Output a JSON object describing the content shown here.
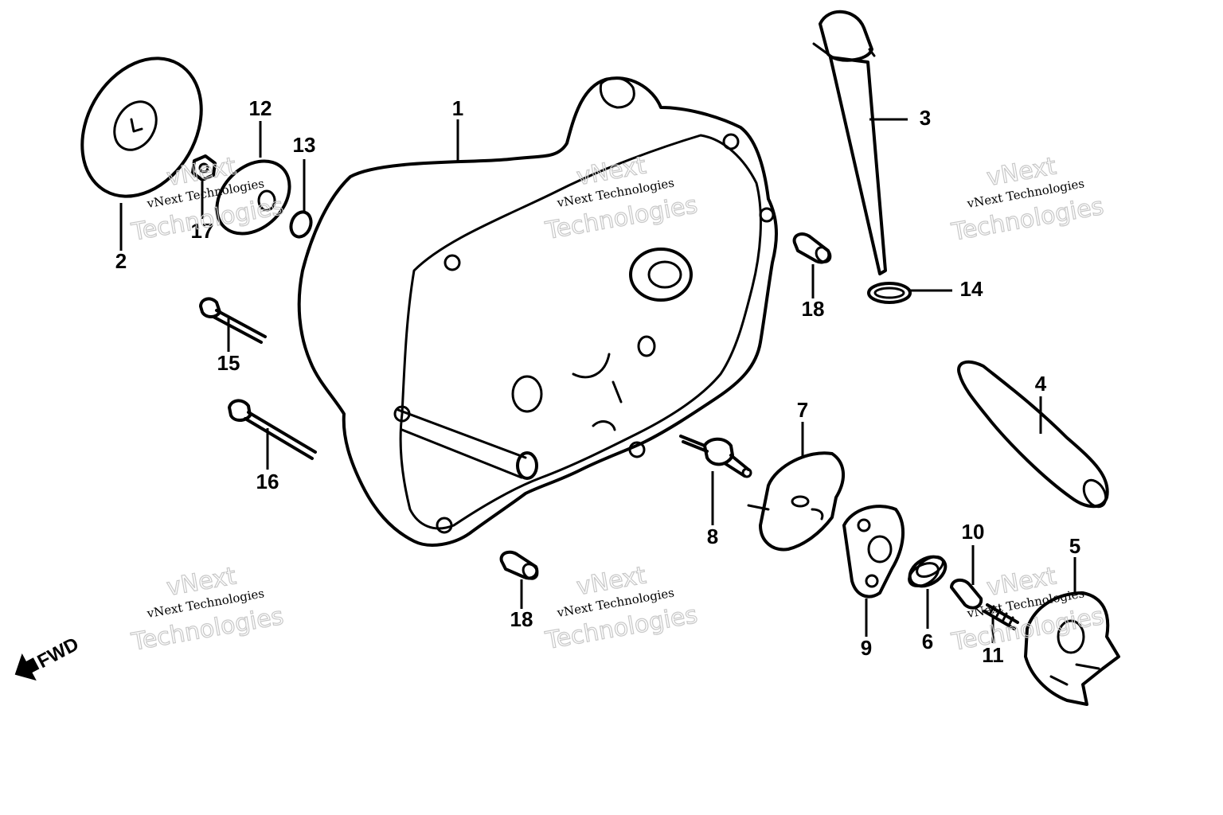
{
  "callouts": {
    "p1": "1",
    "p2": "2",
    "p3": "3",
    "p4": "4",
    "p5": "5",
    "p6": "6",
    "p7": "7",
    "p8": "8",
    "p9": "9",
    "p10": "10",
    "p11": "11",
    "p12": "12",
    "p13": "13",
    "p14": "14",
    "p15": "15",
    "p16": "16",
    "p17": "17",
    "p18a": "18",
    "p18b": "18"
  },
  "watermark": {
    "line1": "vNext",
    "line2": "vNext Technologies",
    "line3": "Technologies"
  },
  "direction": {
    "label": "FWD"
  }
}
